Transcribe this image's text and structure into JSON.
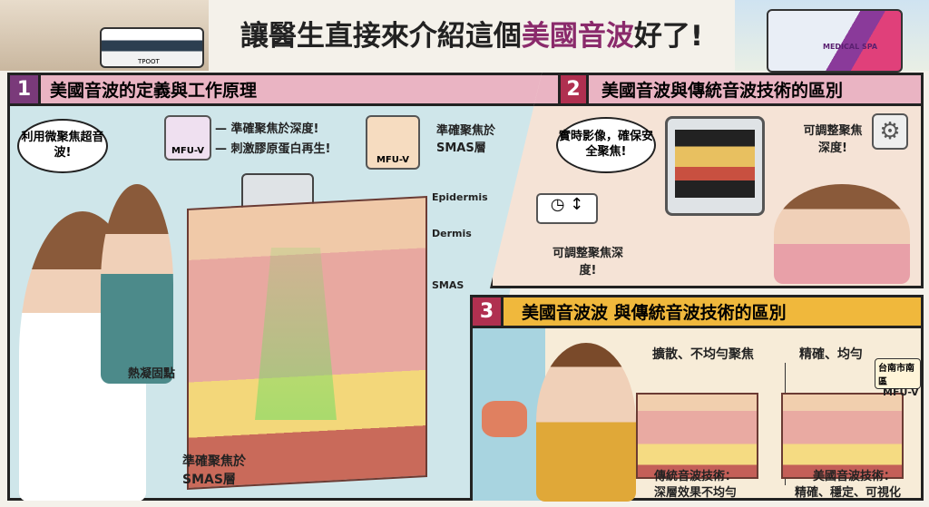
{
  "header": {
    "title_prefix": "讓醫生直接來介紹這個",
    "title_highlight": "美國音波",
    "title_suffix": "好了!",
    "bus_left_sign": "TPOOT",
    "bus_right_sign": "MEDICAL SPA"
  },
  "panel1": {
    "number": "1",
    "title": "美國音波的定義與工作原理",
    "bubble": "利用微聚焦超音波!",
    "badge1": "MFU-V",
    "badge2": "MFU-V",
    "note1": "— 準確聚焦於深度!",
    "note2": "— 刺激膠原蛋白再生!",
    "note3": "準確聚焦於SMAS層",
    "layer_epidermis": "Epidermis",
    "layer_dermis": "Dermis",
    "layer_smas": "SMAS",
    "thermal_point": "熱凝固點",
    "bottom_caption": "準確聚焦於SMAS層"
  },
  "panel2": {
    "number": "2",
    "title": "美國音波與傳統音波技術的區別",
    "bubble": "實時影像，確保安全聚焦!",
    "adjust_top": "可調整聚焦深度!",
    "adjust_bottom": "可調整聚焦深度!"
  },
  "panel3": {
    "number": "3",
    "title": "美國音波波 與傳統音波技術的區別",
    "location_tag": "台南市南區",
    "left_heading": "擴散、不均勻聚焦",
    "right_heading": "精確、均勻",
    "device_label": "MFU-V",
    "left_caption_1": "傳統音波技術：",
    "left_caption_2": "深層效果不均勻",
    "right_caption_1": "美國音波技術：",
    "right_caption_2": "精確、穩定、可視化"
  }
}
